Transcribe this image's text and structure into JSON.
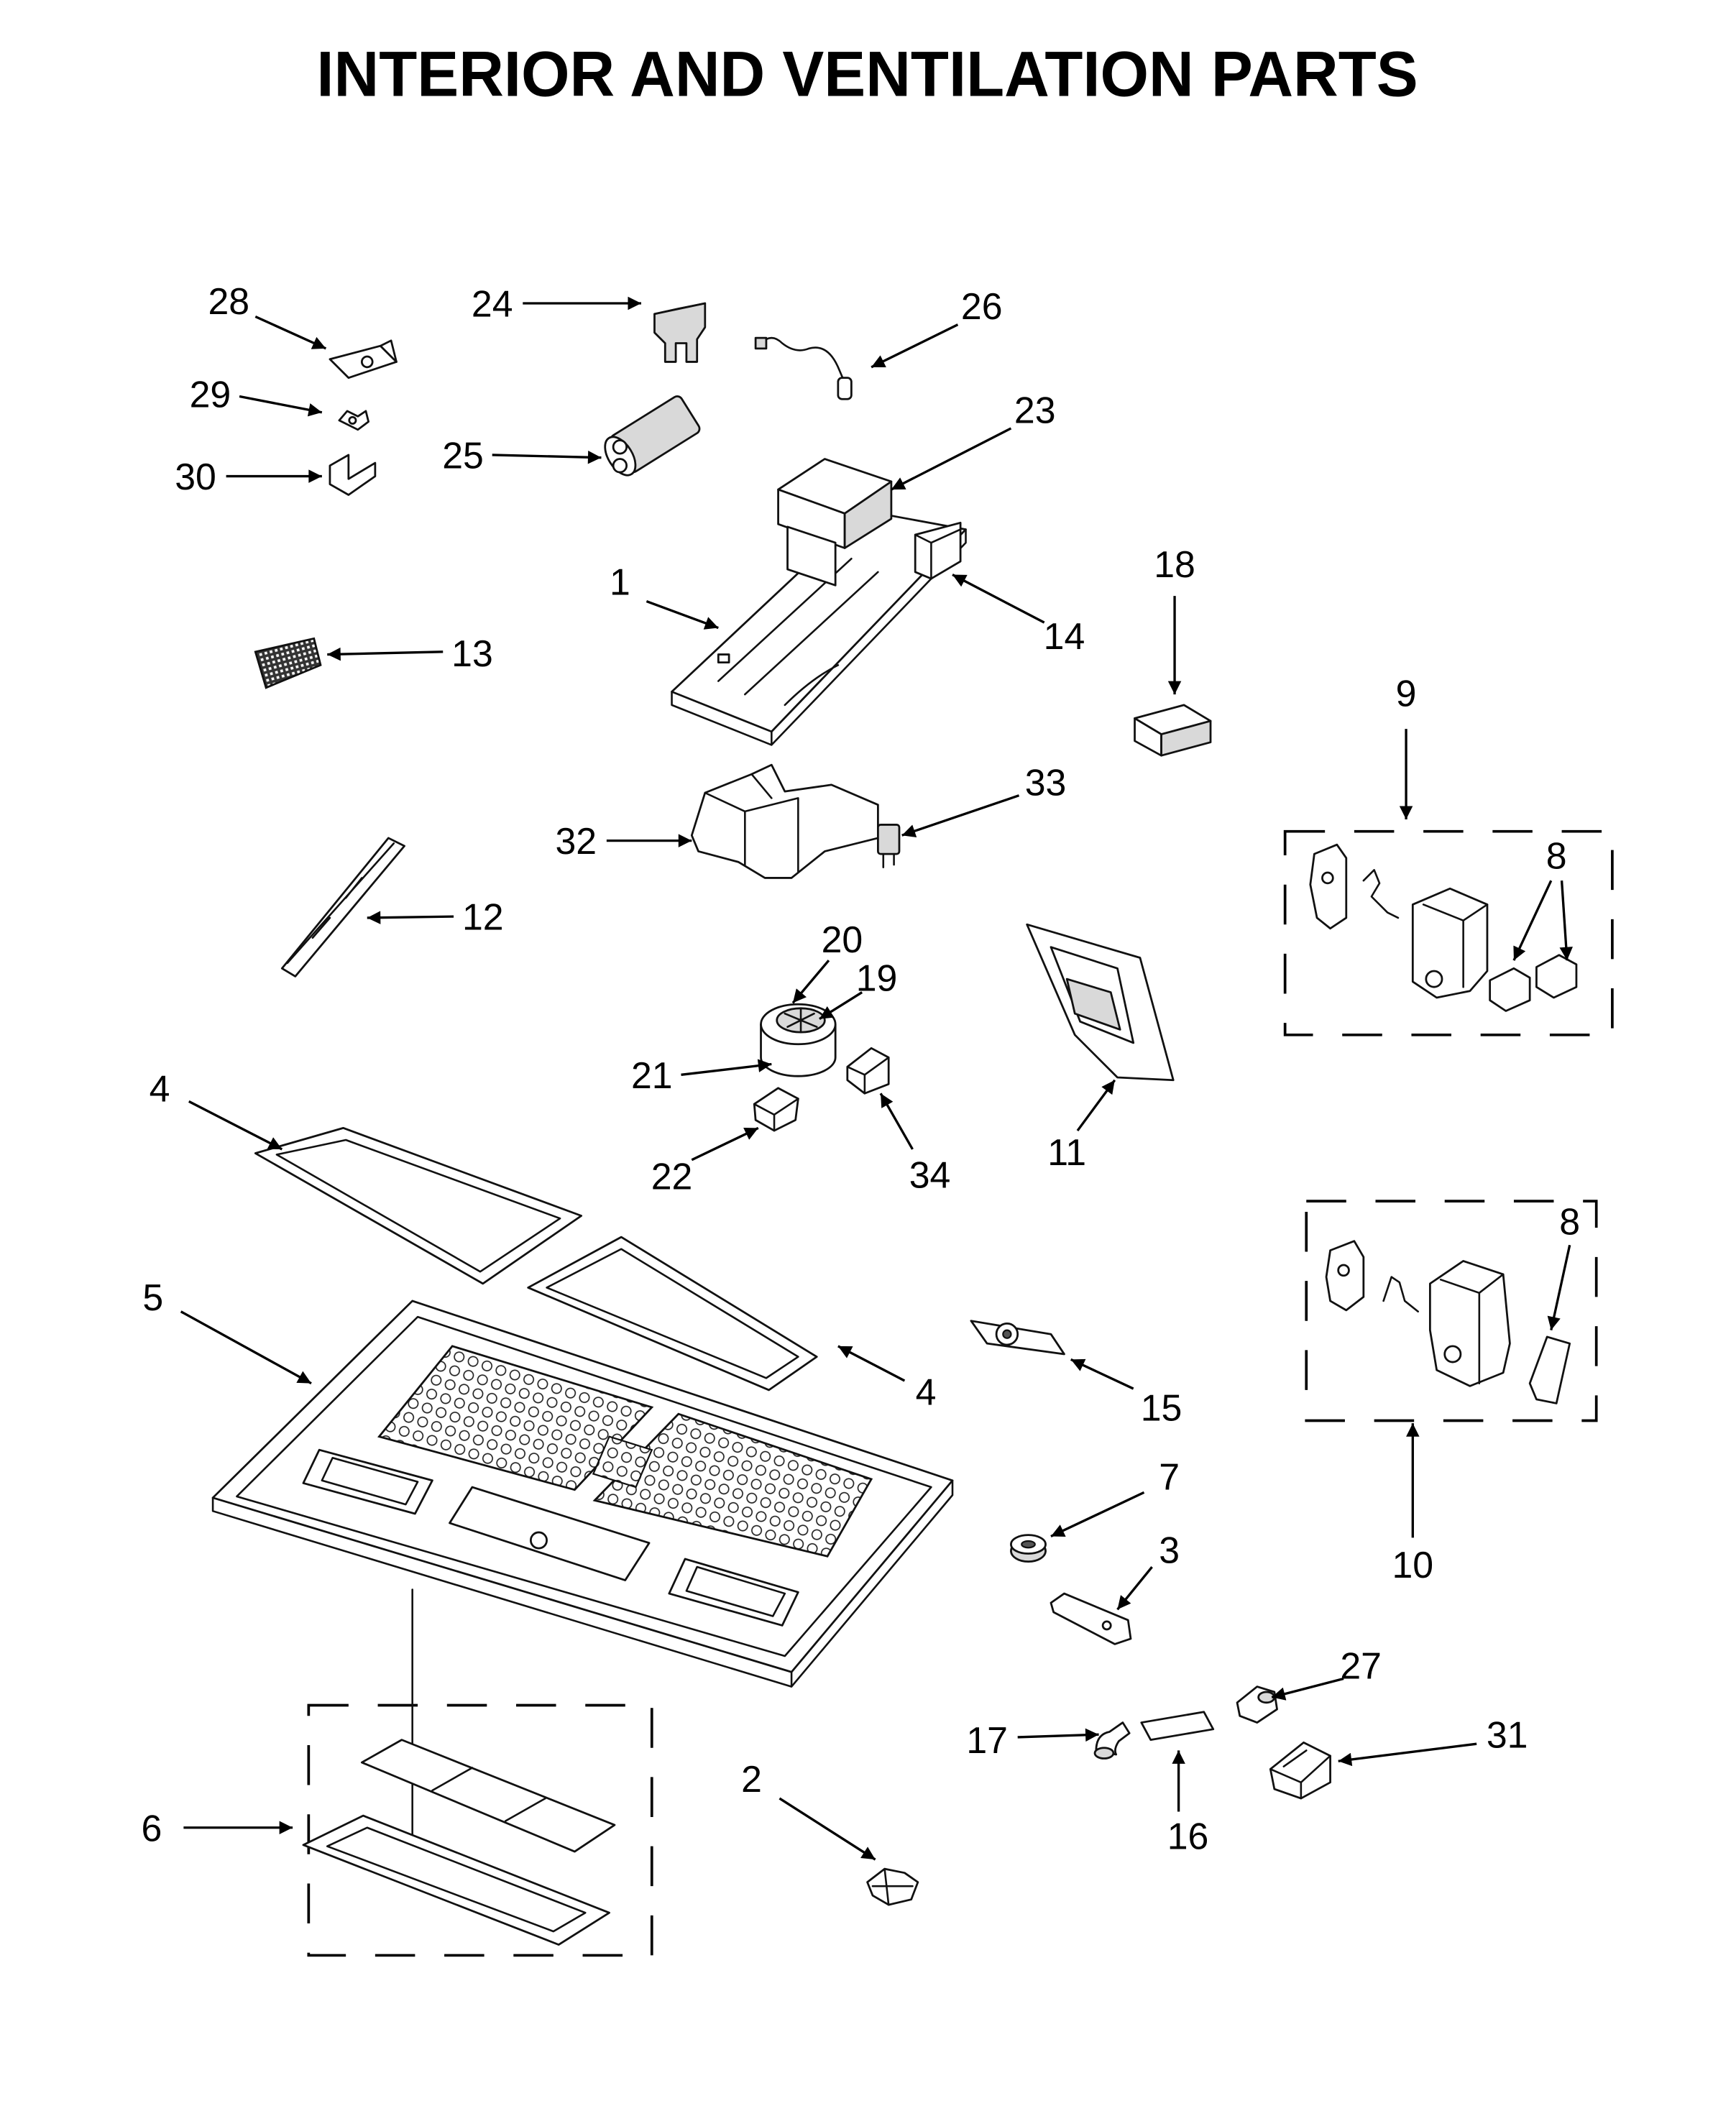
{
  "title": "INTERIOR AND VENTILATION PARTS",
  "callouts": [
    "28",
    "24",
    "26",
    "29",
    "23",
    "25",
    "30",
    "1",
    "18",
    "14",
    "13",
    "9",
    "33",
    "32",
    "8",
    "12",
    "20",
    "19",
    "4",
    "21",
    "11",
    "22",
    "34",
    "8",
    "5",
    "4",
    "15",
    "7",
    "3",
    "10",
    "27",
    "17",
    "31",
    "2",
    "6",
    "16"
  ]
}
